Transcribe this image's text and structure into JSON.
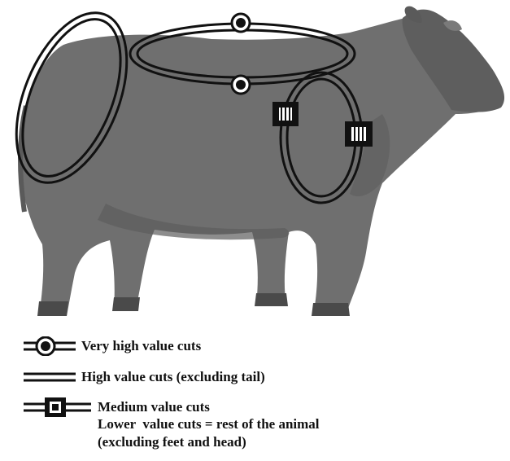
{
  "colors": {
    "stroke": "#111111",
    "animal_fill": "#6f6f6f",
    "animal_shadow": "#555555",
    "background": "#ffffff"
  },
  "diagram": {
    "subject": "cow-silhouette",
    "region_markers": [
      {
        "key": "hindquarter",
        "type": "double-ring"
      },
      {
        "key": "loin-back",
        "type": "double-ring"
      },
      {
        "key": "loin-back-top",
        "type": "ringed-dot"
      },
      {
        "key": "loin-back-bottom",
        "type": "ringed-dot"
      },
      {
        "key": "shoulder-chuck",
        "type": "double-ring"
      },
      {
        "key": "shoulder-left",
        "type": "boxed-square"
      },
      {
        "key": "shoulder-right",
        "type": "boxed-square"
      }
    ]
  },
  "legend": {
    "very_high": {
      "icon": "ringed-dot-icon",
      "label": "Very high value cuts"
    },
    "high": {
      "icon": "double-line-icon",
      "label": "High value cuts (excluding tail)"
    },
    "medium": {
      "icon": "boxed-square-icon",
      "label": "Medium value cuts"
    },
    "lower": {
      "line1": "Lower  value cuts = rest of the animal",
      "line2": "(excluding feet and head)"
    }
  }
}
